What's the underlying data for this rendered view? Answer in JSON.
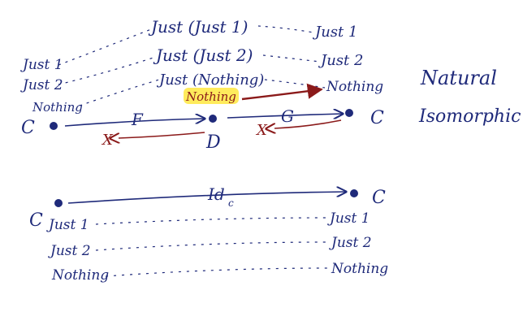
{
  "top_diagram": {
    "left_object": "C",
    "middle_object": "D",
    "right_object": "C",
    "functor_F": "F",
    "functor_G": "G",
    "cross_label": "X",
    "left_values": [
      "Just 1",
      "Just 2",
      "Nothing"
    ],
    "middle_values": [
      "Just (Just 1)",
      "Just (Just 2)",
      "Just (Nothing)",
      "Nothing"
    ],
    "right_values": [
      "Just 1",
      "Just 2",
      "Nothing"
    ],
    "highlight_color": "#ffe94a"
  },
  "side_notes": {
    "line1": "Natural",
    "line2": "Isomorphic"
  },
  "bottom_diagram": {
    "left_object": "C",
    "right_object": "C",
    "arrow_label_main": "Id",
    "arrow_label_sub": "c",
    "left_values": [
      "Just 1",
      "Just 2",
      "Nothing"
    ],
    "right_values": [
      "Just 1",
      "Just 2",
      "Nothing"
    ]
  },
  "colors": {
    "blue_ink": "#1f2a7a",
    "red_ink": "#8b1a1a"
  }
}
